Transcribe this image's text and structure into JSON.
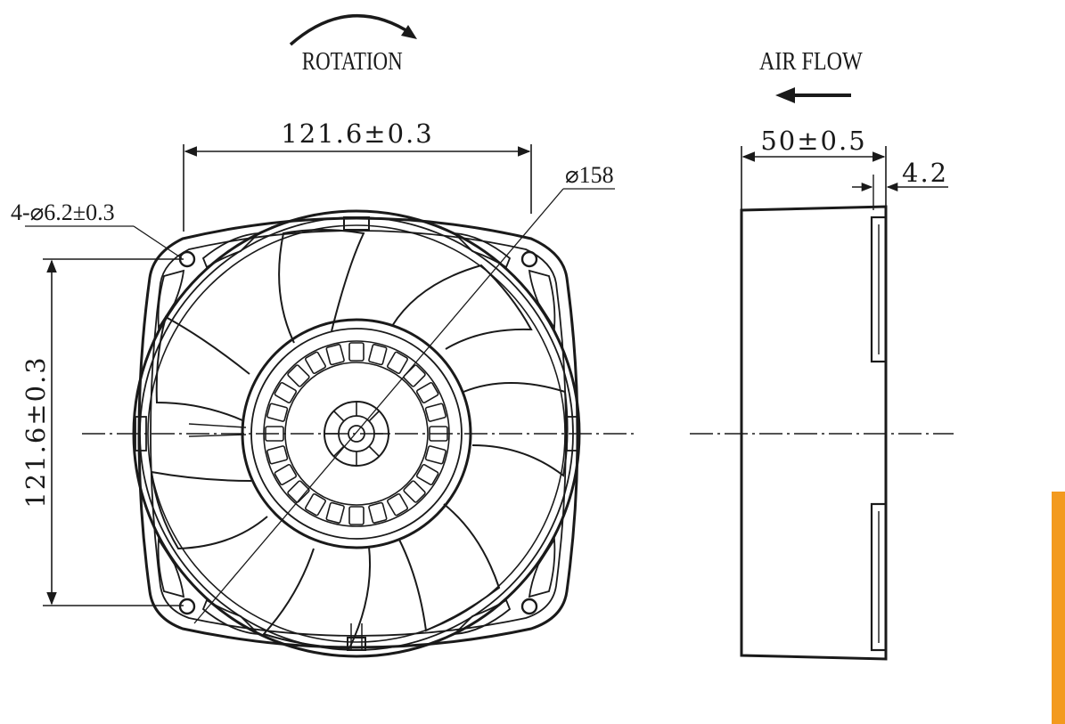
{
  "labels": {
    "rotation": "ROTATION",
    "air_flow": "AIR FLOW",
    "width_dim": "121.6±0.3",
    "height_dim": "121.6±0.3",
    "diameter": "⌀158",
    "hole_spec": "4-⌀6.2±0.3",
    "depth_dim": "50±0.5",
    "flange_dim": "4.2"
  },
  "colors": {
    "line": "#1a1a1a",
    "accent": "#f39a1e",
    "background": "#ffffff"
  },
  "icons": {
    "rotation_arrow": "curved-arrow-clockwise-icon",
    "airflow_arrow": "arrow-left-icon"
  }
}
